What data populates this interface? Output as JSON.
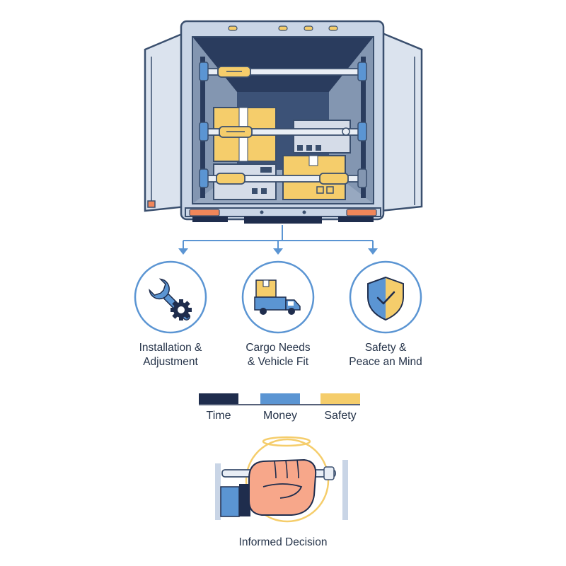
{
  "features": [
    {
      "id": "installation",
      "label": "Installation &\nAdjustment",
      "icon": "wrench-gear-icon"
    },
    {
      "id": "cargo",
      "label": "Cargo Needs\n& Vehicle Fit",
      "icon": "box-truck-icon"
    },
    {
      "id": "safety",
      "label": "Safety &\nPeace an Mind",
      "icon": "shield-check-icon"
    }
  ],
  "legend": [
    {
      "label": "Time",
      "color": "#1f2d4d"
    },
    {
      "label": "Money",
      "color": "#5b95d3"
    },
    {
      "label": "Safety",
      "color": "#f5cd6b"
    }
  ],
  "decision": {
    "label": "Informed Decision",
    "icon": "hand-gripping-bar-icon"
  },
  "colors": {
    "navy": "#1f2d4d",
    "steel": "#5b7391",
    "light_steel": "#c9d5e6",
    "blue": "#5b95d3",
    "yellow": "#f5cd6b",
    "orange": "#f0865a",
    "skin": "#f7a78a"
  }
}
